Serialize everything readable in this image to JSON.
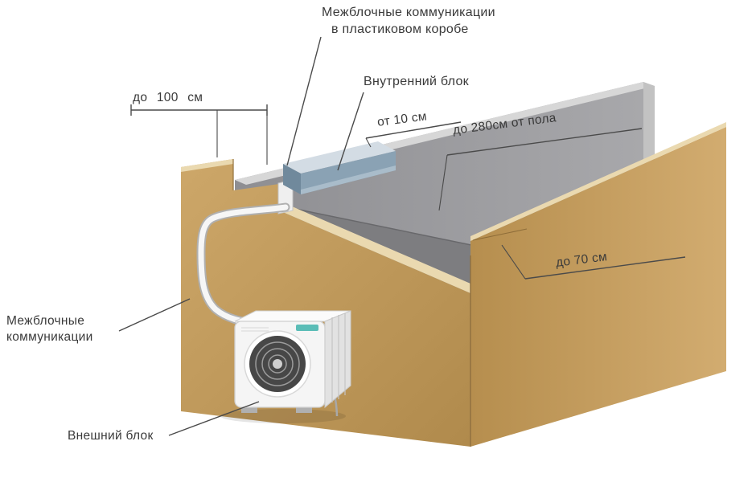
{
  "diagram": {
    "description": "Installation scheme for a split air-conditioner with distance requirements",
    "labels": {
      "duct_line1": "Межблочные коммуникации",
      "duct_line2": "в пластиковом коробе",
      "indoor_unit": "Внутренний блок",
      "dim_max_top": "до 100 см",
      "dim_from_ceiling": "от 10 см",
      "dim_from_floor": "до 280см от пола",
      "dim_side": "до 70 см",
      "interblock_line1": "Межблочные",
      "interblock_line2": "коммуникации",
      "outdoor_unit": "Внешний блок"
    },
    "palette": {
      "cardboard_wall": "#c49c61",
      "cardboard_edge": "#ead9b0",
      "inner_wall_gray": "#98989b",
      "floor_gray": "#7d7d80",
      "indoor_unit_front": "#8aa2b4",
      "indoor_unit_top": "#d3dce4",
      "outdoor_unit_body": "#f5f5f5",
      "fan_dark": "#474747",
      "brand_teal": "#3fb3ac",
      "annotation_line": "#4a4a4a",
      "text": "#3a3a3a",
      "background": "#ffffff"
    }
  }
}
